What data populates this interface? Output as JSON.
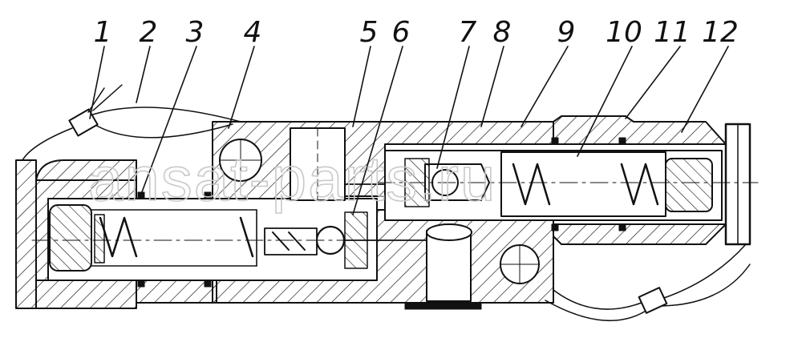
{
  "callouts": [
    "1",
    "2",
    "3",
    "4",
    "5",
    "6",
    "7",
    "8",
    "9",
    "10",
    "11",
    "12"
  ],
  "watermark": "ansat-parts.ru",
  "colors": {
    "ink": "#111111",
    "paper": "#ffffff",
    "watermark": "#c9c9c9"
  }
}
